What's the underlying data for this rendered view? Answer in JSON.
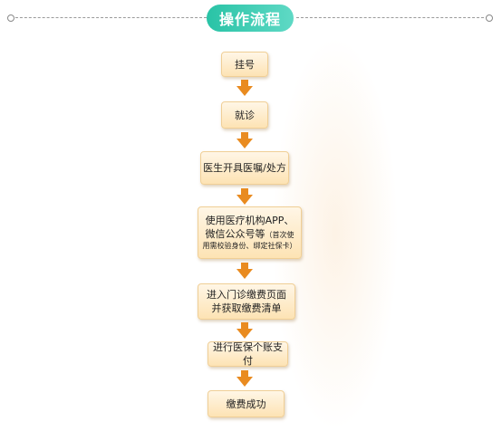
{
  "header": {
    "title": "操作流程"
  },
  "steps": [
    {
      "line1": "挂号"
    },
    {
      "line1": "就诊"
    },
    {
      "line1": "医生开具医嘱/处方"
    },
    {
      "line1": "使用医疗机构APP、",
      "line2": "微信公众号等",
      "note": "（首次使",
      "note2": "用需校验身份、绑定社保卡）"
    },
    {
      "line1": "进入门诊缴费页面",
      "line2": "并获取缴费清单"
    },
    {
      "line1": "进行医保个账支付"
    },
    {
      "line1": "缴费成功"
    }
  ],
  "colors": {
    "title_bg": "#29c3a6",
    "box_bg": "#fde3b4",
    "arrow": "#e98b20"
  }
}
